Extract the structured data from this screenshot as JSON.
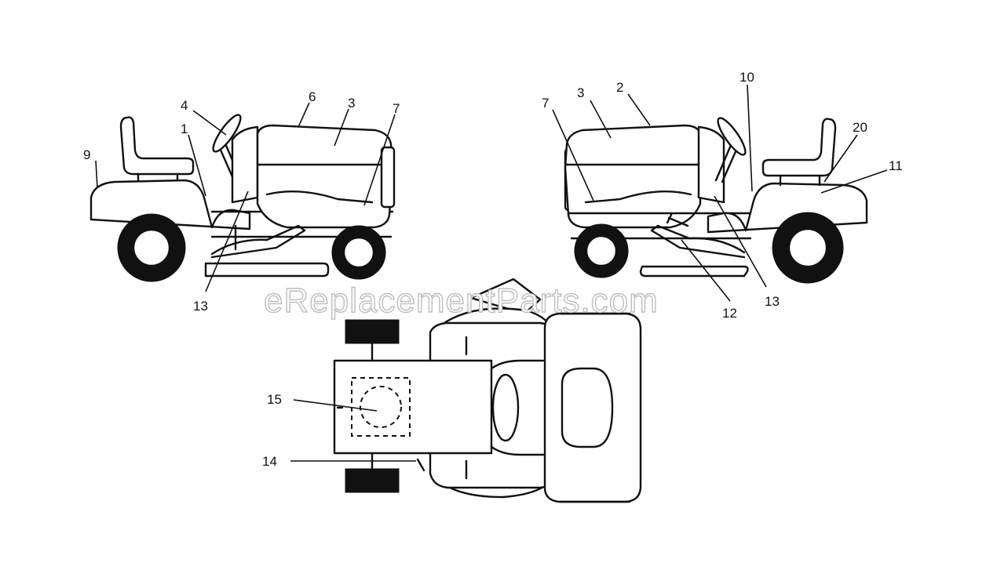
{
  "watermark": "eReplacementParts.com",
  "callouts": {
    "left_view": {
      "c1": "1",
      "c4": "4",
      "c6": "6",
      "c3": "3",
      "c7": "7",
      "c9": "9",
      "c13": "13"
    },
    "right_view": {
      "c7": "7",
      "c3": "3",
      "c2": "2",
      "c10": "10",
      "c20": "20",
      "c11": "11",
      "c12": "12",
      "c13": "13"
    },
    "top_view": {
      "c15": "15",
      "c14": "14"
    }
  }
}
